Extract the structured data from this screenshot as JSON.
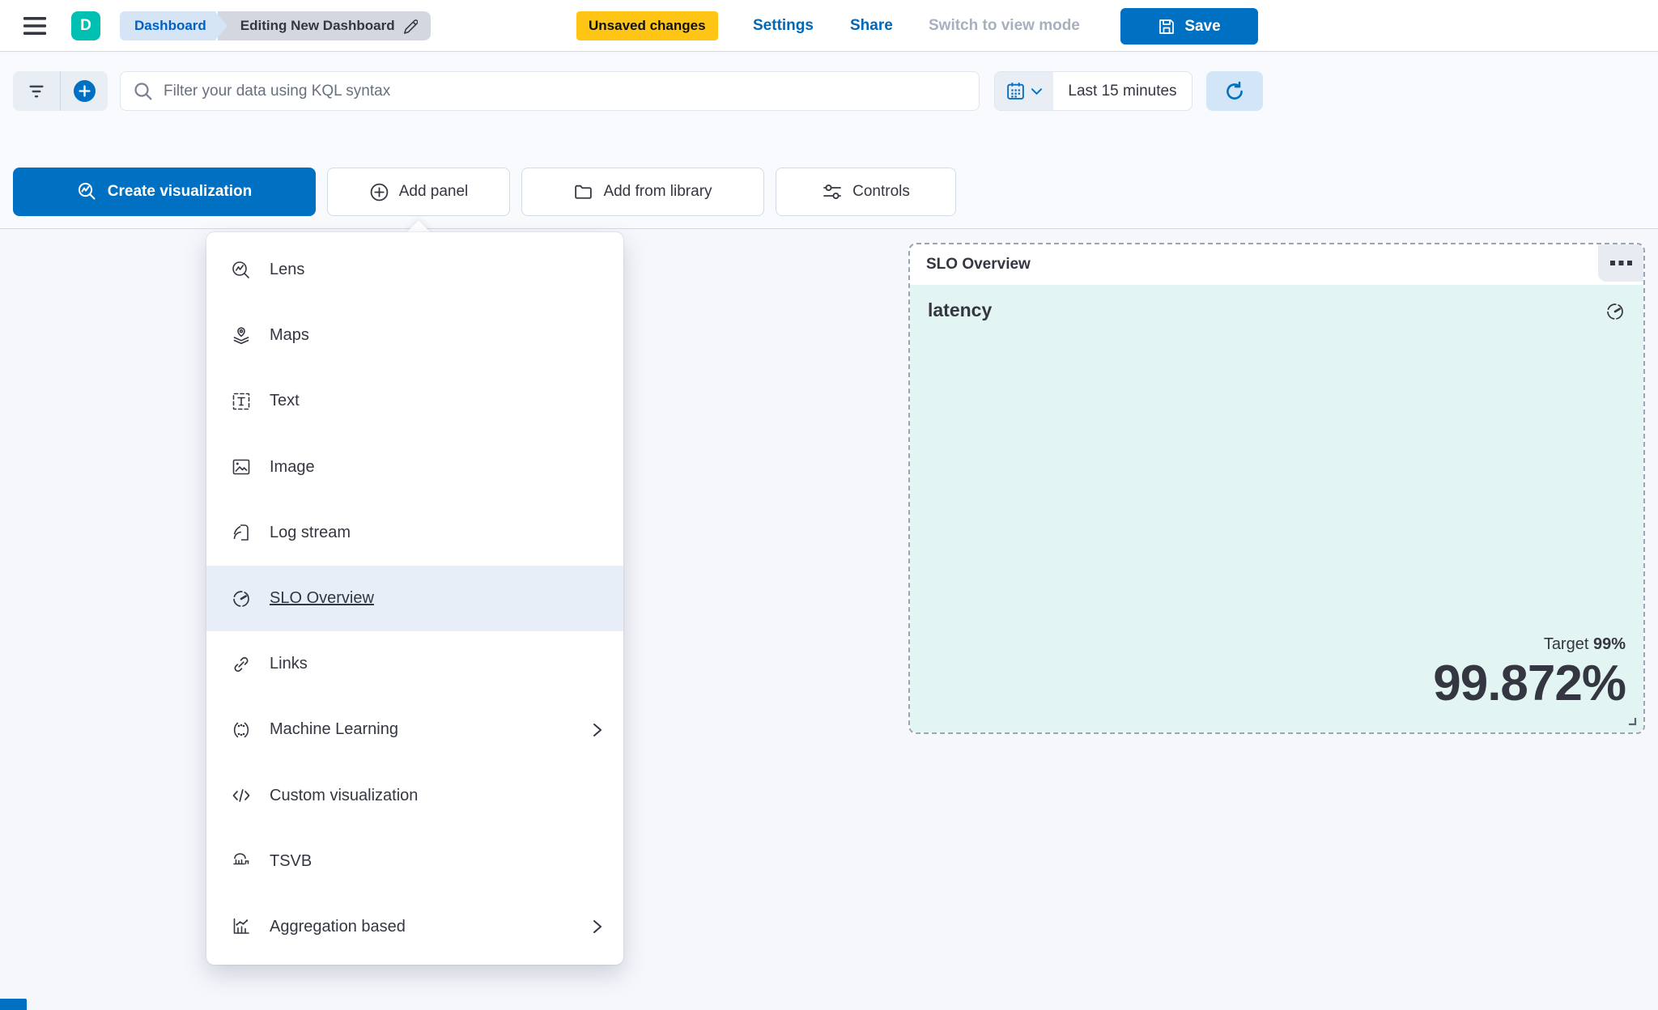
{
  "header": {
    "logo_letter": "D",
    "breadcrumb": [
      {
        "label": "Dashboard"
      },
      {
        "label": "Editing New Dashboard"
      }
    ],
    "unsaved_badge": "Unsaved changes",
    "settings_label": "Settings",
    "share_label": "Share",
    "switch_view_label": "Switch to view mode",
    "save_label": "Save"
  },
  "query_bar": {
    "search_placeholder": "Filter your data using KQL syntax",
    "time_range": "Last 15 minutes",
    "icons": [
      "filter-icon",
      "add-filter-plus-icon",
      "search-icon",
      "calendar-icon",
      "chevron-down-icon",
      "refresh-icon"
    ]
  },
  "toolbar": {
    "create_visualization_label": "Create visualization",
    "add_panel_label": "Add panel",
    "add_from_library_label": "Add from library",
    "controls_label": "Controls"
  },
  "add_panel_menu": {
    "items": [
      {
        "label": "Lens",
        "icon": "lens-icon",
        "highlighted": false,
        "submenu": false
      },
      {
        "label": "Maps",
        "icon": "maps-icon",
        "highlighted": false,
        "submenu": false
      },
      {
        "label": "Text",
        "icon": "text-icon",
        "highlighted": false,
        "submenu": false
      },
      {
        "label": "Image",
        "icon": "image-icon",
        "highlighted": false,
        "submenu": false
      },
      {
        "label": "Log stream",
        "icon": "log-stream-icon",
        "highlighted": false,
        "submenu": false
      },
      {
        "label": "SLO Overview",
        "icon": "gauge-icon",
        "highlighted": true,
        "submenu": false
      },
      {
        "label": "Links",
        "icon": "link-icon",
        "highlighted": false,
        "submenu": false
      },
      {
        "label": "Machine Learning",
        "icon": "machine-learning-icon",
        "highlighted": false,
        "submenu": true
      },
      {
        "label": "Custom visualization",
        "icon": "code-icon",
        "highlighted": false,
        "submenu": false
      },
      {
        "label": "TSVB",
        "icon": "tsvb-icon",
        "highlighted": false,
        "submenu": false
      },
      {
        "label": "Aggregation based",
        "icon": "aggregation-icon",
        "highlighted": false,
        "submenu": true
      }
    ]
  },
  "slo_panel": {
    "title": "SLO Overview",
    "metric_name": "latency",
    "target_label": "Target ",
    "target_value": "99%",
    "value": "99.872%"
  },
  "colors": {
    "primary_blue": "#0071c2",
    "link_blue": "#0068b8",
    "teal_logo": "#00bfb3",
    "warning_yellow": "#fec514",
    "text_dark": "#343741",
    "muted_gray": "#a7b0bf",
    "border_gray": "#d3dae6",
    "panel_teal_bg": "#e3f5f2",
    "menu_highlight_bg": "#e8eef8",
    "dashed_border": "#9aa5b6"
  }
}
